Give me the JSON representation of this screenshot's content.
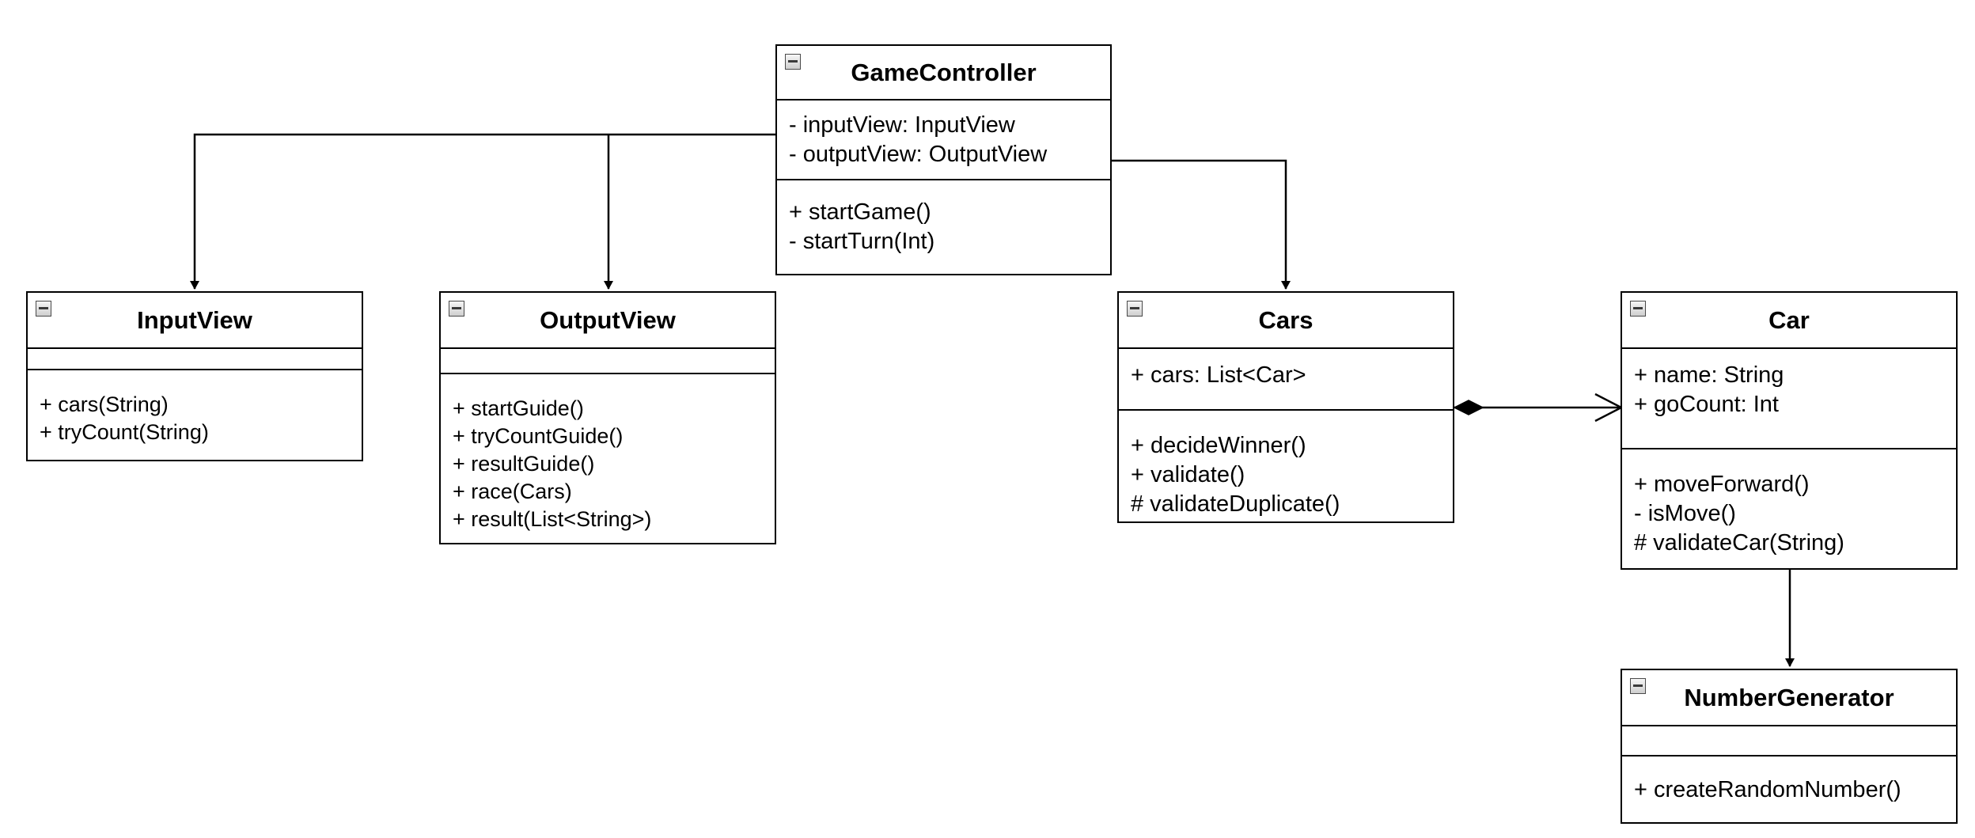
{
  "classes": {
    "game_controller": {
      "name": "GameController",
      "attributes": [
        "- inputView: InputView",
        "- outputView: OutputView"
      ],
      "methods": [
        "+ startGame()",
        "- startTurn(Int)"
      ]
    },
    "input_view": {
      "name": "InputView",
      "attributes": [],
      "methods": [
        "+ cars(String)",
        "+ tryCount(String)"
      ]
    },
    "output_view": {
      "name": "OutputView",
      "attributes": [],
      "methods": [
        "+ startGuide()",
        "+ tryCountGuide()",
        "+ resultGuide()",
        "+ race(Cars)",
        "+ result(List<String>)"
      ]
    },
    "cars": {
      "name": "Cars",
      "attributes": [
        "+ cars: List<Car>"
      ],
      "methods": [
        "+ decideWinner()",
        "+ validate()",
        "# validateDuplicate()"
      ]
    },
    "car": {
      "name": "Car",
      "attributes": [
        "+ name: String",
        "+ goCount: Int"
      ],
      "methods": [
        "+ moveForward()",
        "- isMove()",
        "# validateCar(String)"
      ]
    },
    "number_generator": {
      "name": "NumberGenerator",
      "attributes": [],
      "methods": [
        "+ createRandomNumber()"
      ]
    }
  },
  "relations": [
    {
      "from": "GameController",
      "to": "InputView",
      "kind": "association"
    },
    {
      "from": "GameController",
      "to": "OutputView",
      "kind": "association"
    },
    {
      "from": "GameController",
      "to": "Cars",
      "kind": "association"
    },
    {
      "from": "Cars",
      "to": "Car",
      "kind": "composition"
    },
    {
      "from": "Car",
      "to": "NumberGenerator",
      "kind": "association"
    }
  ]
}
